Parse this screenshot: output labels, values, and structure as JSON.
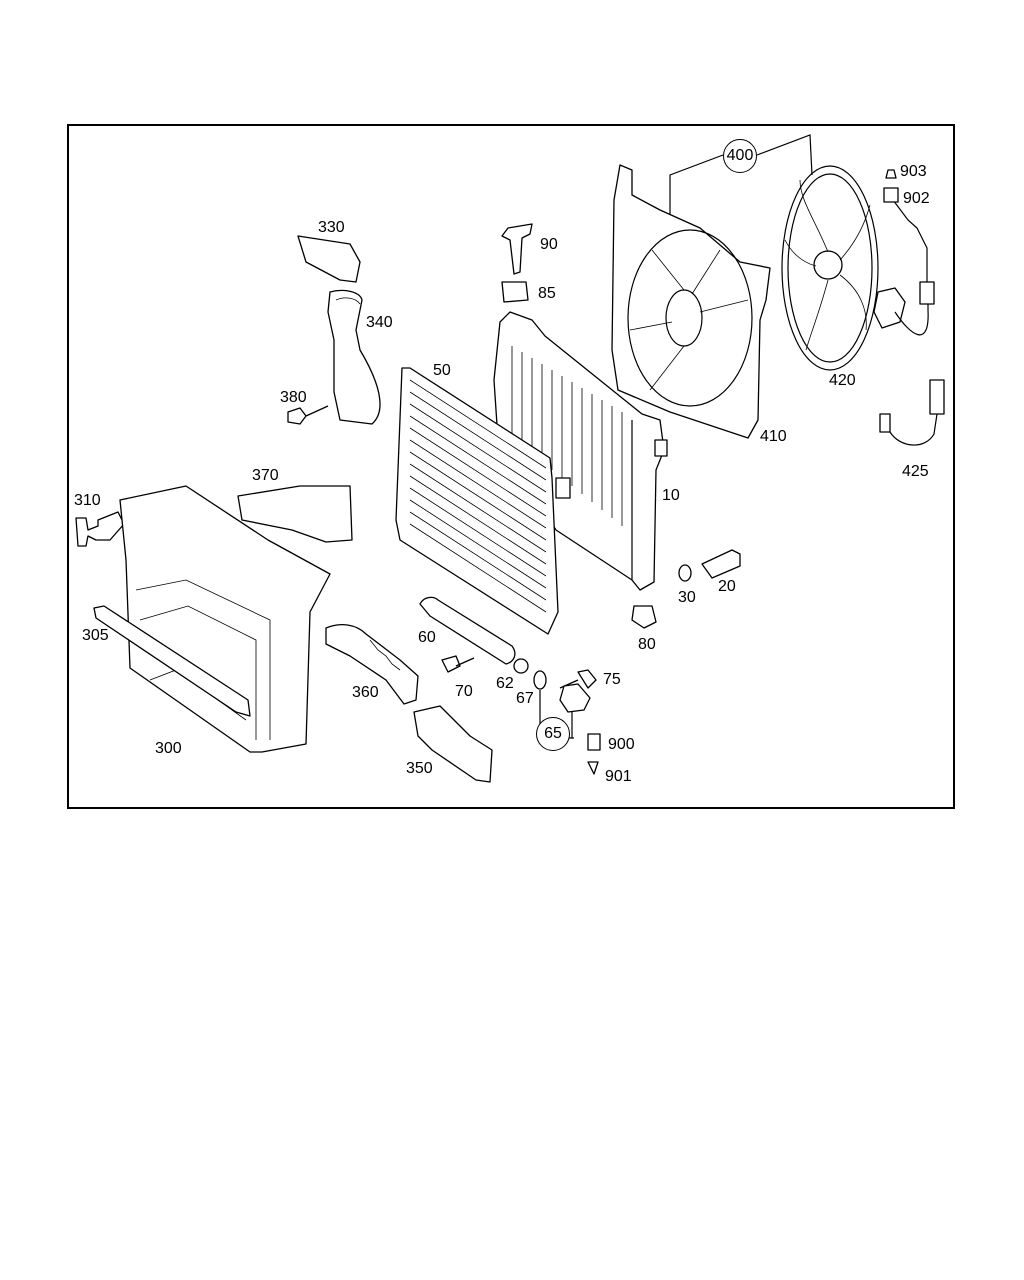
{
  "callouts": [
    {
      "id": "c400",
      "text": "400",
      "circled": true
    },
    {
      "id": "c903",
      "text": "903"
    },
    {
      "id": "c902",
      "text": "902"
    },
    {
      "id": "c330",
      "text": "330"
    },
    {
      "id": "c90",
      "text": "90"
    },
    {
      "id": "c85",
      "text": "85"
    },
    {
      "id": "c340",
      "text": "340"
    },
    {
      "id": "c50",
      "text": "50"
    },
    {
      "id": "c420",
      "text": "420"
    },
    {
      "id": "c380",
      "text": "380"
    },
    {
      "id": "c410",
      "text": "410"
    },
    {
      "id": "c425",
      "text": "425"
    },
    {
      "id": "c370",
      "text": "370"
    },
    {
      "id": "c10",
      "text": "10"
    },
    {
      "id": "c310",
      "text": "310"
    },
    {
      "id": "c20",
      "text": "20"
    },
    {
      "id": "c30",
      "text": "30"
    },
    {
      "id": "c305",
      "text": "305"
    },
    {
      "id": "c60",
      "text": "60"
    },
    {
      "id": "c80",
      "text": "80"
    },
    {
      "id": "c75",
      "text": "75"
    },
    {
      "id": "c62",
      "text": "62"
    },
    {
      "id": "c70",
      "text": "70"
    },
    {
      "id": "c360",
      "text": "360"
    },
    {
      "id": "c67",
      "text": "67"
    },
    {
      "id": "c65",
      "text": "65",
      "circled": true
    },
    {
      "id": "c900",
      "text": "900"
    },
    {
      "id": "c300",
      "text": "300"
    },
    {
      "id": "c350",
      "text": "350"
    },
    {
      "id": "c901",
      "text": "901"
    }
  ]
}
